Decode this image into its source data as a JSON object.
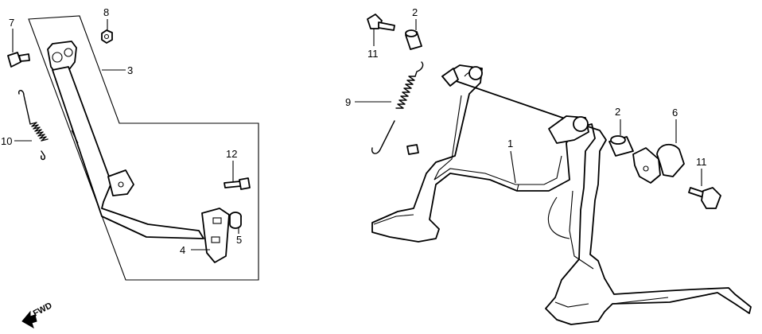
{
  "callouts": {
    "c1": "1",
    "c2a": "2",
    "c2b": "2",
    "c3": "3",
    "c4": "4",
    "c5": "5",
    "c6": "6",
    "c7": "7",
    "c8": "8",
    "c9": "9",
    "c10": "10",
    "c11a": "11",
    "c11b": "11",
    "c12": "12"
  },
  "direction_label": "FWD",
  "colors": {
    "ink": "#000000",
    "paper": "#ffffff"
  }
}
